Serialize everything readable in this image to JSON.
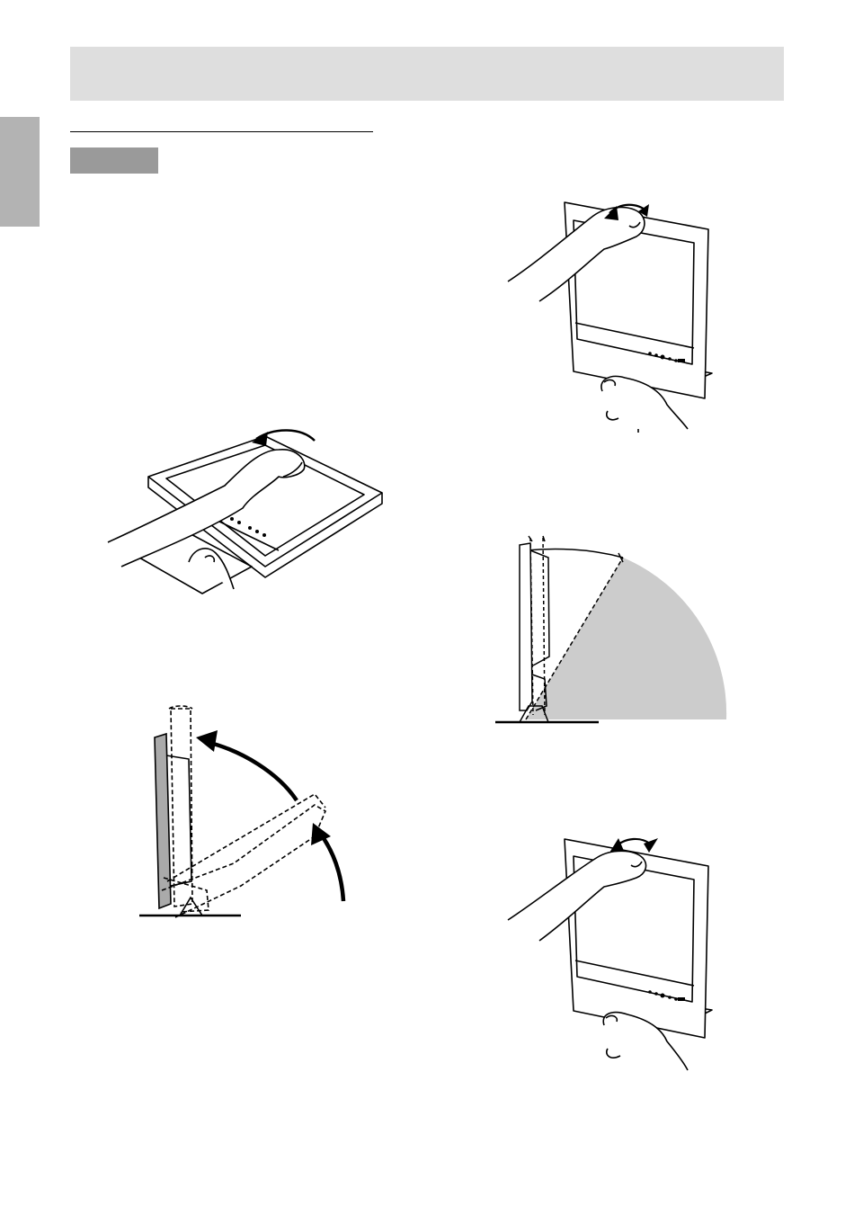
{
  "page": {
    "background": "#ffffff",
    "header_bar_color": "#dedede",
    "side_tab_color": "#b3b3b3",
    "label_box_color": "#9a9a9a",
    "tilt_range_fill": "#cccccc"
  },
  "figures": [
    {
      "id": "fig-unfold-flat",
      "icon": "monitor-lift-from-flat-illustration"
    },
    {
      "id": "fig-raise-side",
      "icon": "monitor-raise-side-view-illustration"
    },
    {
      "id": "fig-hold-upper",
      "icon": "monitor-tilt-hold-illustration"
    },
    {
      "id": "fig-tilt-range",
      "icon": "monitor-tilt-range-illustration"
    },
    {
      "id": "fig-hold-lower",
      "icon": "monitor-tilt-back-illustration"
    }
  ]
}
